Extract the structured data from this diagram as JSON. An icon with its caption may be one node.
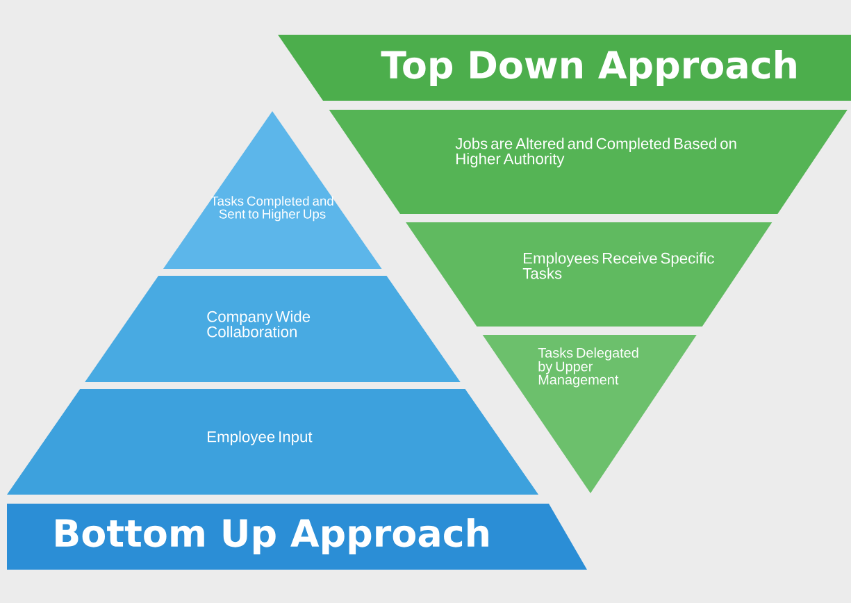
{
  "diagram": {
    "nodes": [
      {
        "text": [
          "Top Down Approach"
        ]
      },
      {
        "text": [
          "Jobs are Altered and Completed Based on Higher Authority"
        ]
      },
      {
        "text": [
          "Employees Receive Specific Tasks"
        ]
      },
      {
        "text": [
          "Tasks Delegated by Upper Management"
        ]
      },
      {
        "text": [
          "Tasks Completed and Sent to Higher Ups"
        ]
      },
      {
        "text": [
          "Company Wide Collaboration"
        ]
      },
      {
        "text": [
          "Employee Input"
        ]
      },
      {
        "text": [
          "Bottom Up Approach"
        ]
      }
    ]
  }
}
